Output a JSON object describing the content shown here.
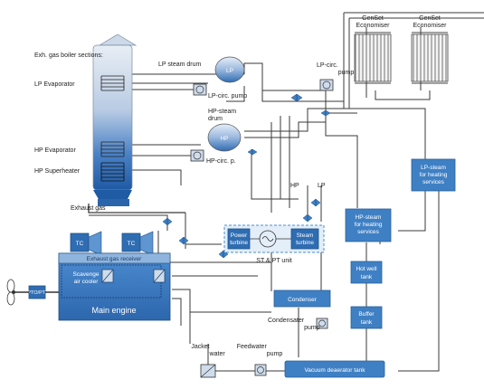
{
  "labels": {
    "genset_eco_1": "GenSet Economiser",
    "genset_eco_2": "GenSet Economiser",
    "boiler_sections": "Exh. gas boiler sections:",
    "lp_evaporator": "LP Evaporator",
    "hp_evaporator": "HP Evaporator",
    "hp_superheater": "HP Superheater",
    "exhaust_gas": "Exhaust gas",
    "lp_steam_drum": "LP steam drum",
    "lp_drum_symbol": "LP",
    "lp_circ_pump": "LP-circ. pump",
    "lp_circ_pump_right": "LP-circ. pump",
    "hp_steam_drum": "HP-steam drum",
    "hp_drum_symbol": "HP",
    "hp_circ_pump": "HP-circ. p.",
    "lp_steam_heating": "LP-steam for heating services",
    "hp_steam_heating": "HP-steam for heating services",
    "hp_line": "HP",
    "lp_line": "LP",
    "tc1": "TC",
    "tc2": "TC",
    "power_turbine": "Power turbine",
    "steam_turbine": "Steam turbine",
    "st_pt_unit": "ST & PT unit",
    "exhaust_receiver": "Exhaust gas receiver",
    "scavenge_cooler": "Scavenge air cooler",
    "main_engine": "Main engine",
    "pto_pti": "PTO/PTI",
    "condenser": "Condenser",
    "condensate_pump": "Condensater pump",
    "hot_well": "Hot well tank",
    "buffer_tank": "Buffer tank",
    "jacket_water": "Jacket water",
    "feedwater_pump": "Feedwater pump",
    "vacuum_tank": "Vacuum deaerator tank"
  },
  "colors": {
    "component_blue": "#3f80c4",
    "dashed_outline": "#4a8fd0",
    "pipe": "#3a3a3a"
  }
}
